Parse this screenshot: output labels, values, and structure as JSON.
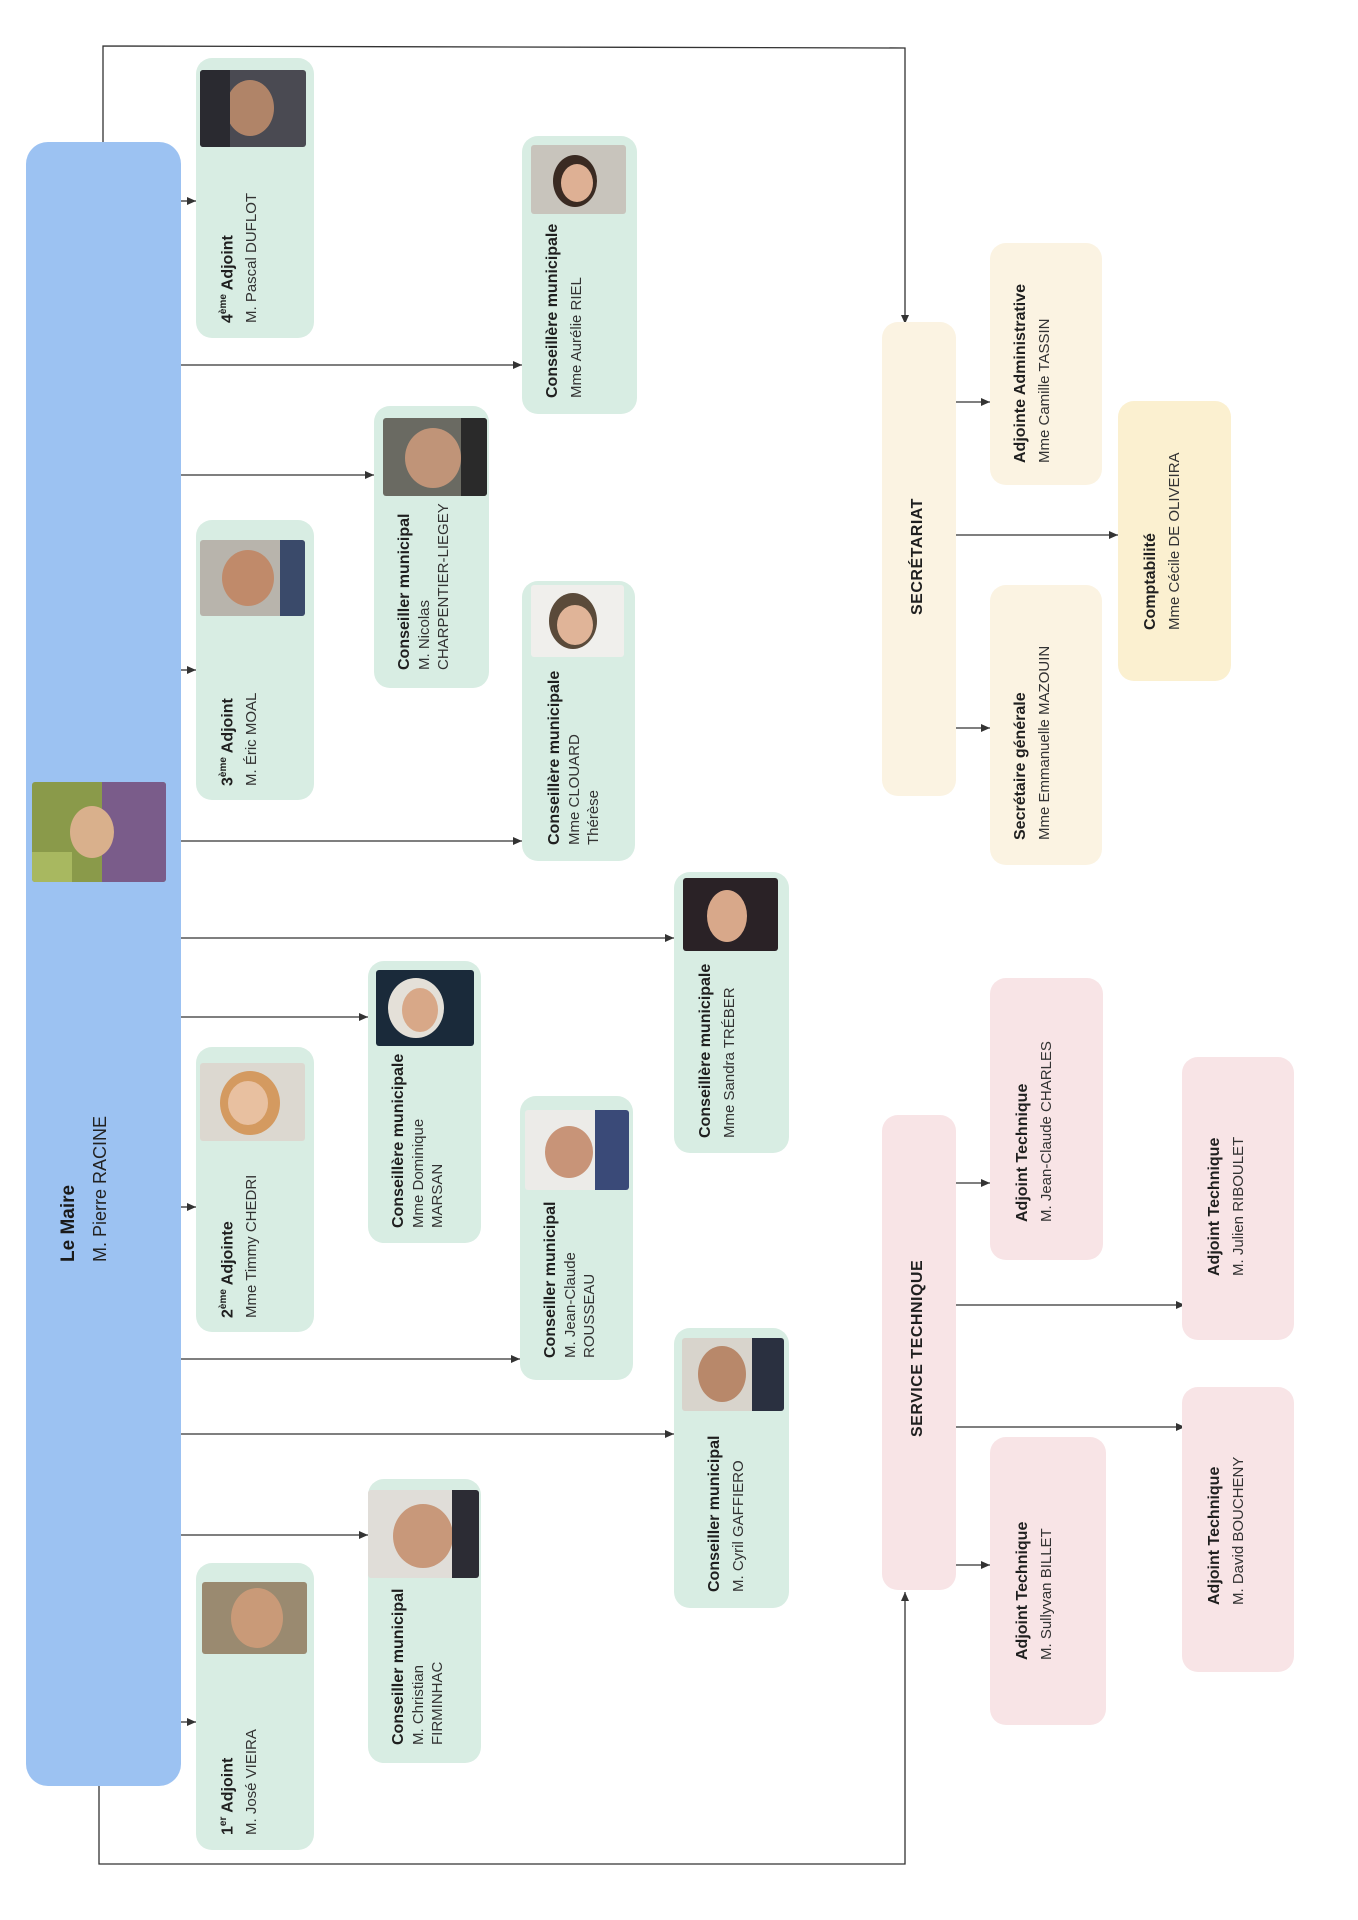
{
  "mayor": {
    "title": "Le Maire",
    "name": "M. Pierre RACINE"
  },
  "adjoints": [
    {
      "ordinal": "1",
      "suffix": "er",
      "word": "Adjoint",
      "name": "M. José VIEIRA"
    },
    {
      "ordinal": "2",
      "suffix": "ème",
      "word": "Adjointe",
      "name": "Mme Timmy CHEDRI"
    },
    {
      "ordinal": "3",
      "suffix": "ème",
      "word": "Adjoint",
      "name": "M. Éric MOAL"
    },
    {
      "ordinal": "4",
      "suffix": "ème",
      "word": "Adjoint",
      "name": "M. Pascal DUFLOT"
    }
  ],
  "councillors": [
    {
      "title": "Conseiller municipal",
      "name_lines": [
        "M. Christian",
        "FIRMINHAC"
      ]
    },
    {
      "title": "Conseiller municipal",
      "name_lines": [
        "M. Cyril GAFFIERO"
      ]
    },
    {
      "title": "Conseiller municipal",
      "name_lines": [
        "M. Jean-Claude",
        "ROUSSEAU"
      ]
    },
    {
      "title": "Conseillère municipale",
      "name_lines": [
        "Mme Dominique",
        "MARSAN"
      ]
    },
    {
      "title": "Conseillère municipale",
      "name_lines": [
        "Mme Sandra TRÉBER"
      ]
    },
    {
      "title": "Conseillère municipale",
      "name_lines": [
        "Mme CLOUARD",
        "Thérèse"
      ]
    },
    {
      "title": "Conseiller municipal",
      "name_lines": [
        "M. Nicolas",
        "CHARPENTIER-LIEGEY"
      ]
    },
    {
      "title": "Conseillère municipale",
      "name_lines": [
        "Mme Aurélie RIEL"
      ]
    }
  ],
  "secretariat": {
    "title": "SECRÉTARIAT",
    "members": [
      {
        "role": "Secrétaire générale",
        "name": "Mme Emmanuelle MAZOUIN"
      },
      {
        "role": "Comptabilité",
        "name": "Mme Cécile DE OLIVEIRA"
      },
      {
        "role": "Adjointe Administrative",
        "name": "Mme Camille TASSIN"
      }
    ]
  },
  "service_technique": {
    "title": "SERVICE TECHNIQUE",
    "members": [
      {
        "role": "Adjoint Technique",
        "name": "M. Sullyvan BILLET"
      },
      {
        "role": "Adjoint Technique",
        "name": "M. David BOUCHENY"
      },
      {
        "role": "Adjoint Technique",
        "name": "M. Jean-Claude CHARLES"
      },
      {
        "role": "Adjoint Technique",
        "name": "M. Julien RIBOULET"
      }
    ]
  },
  "colors": {
    "mayor": "#9cc2f2",
    "elected": "#d8ede3",
    "secretariat": "#fbf3e2",
    "comptabilite": "#fbf0d0",
    "technique": "#f8e4e6",
    "line": "#333333"
  }
}
